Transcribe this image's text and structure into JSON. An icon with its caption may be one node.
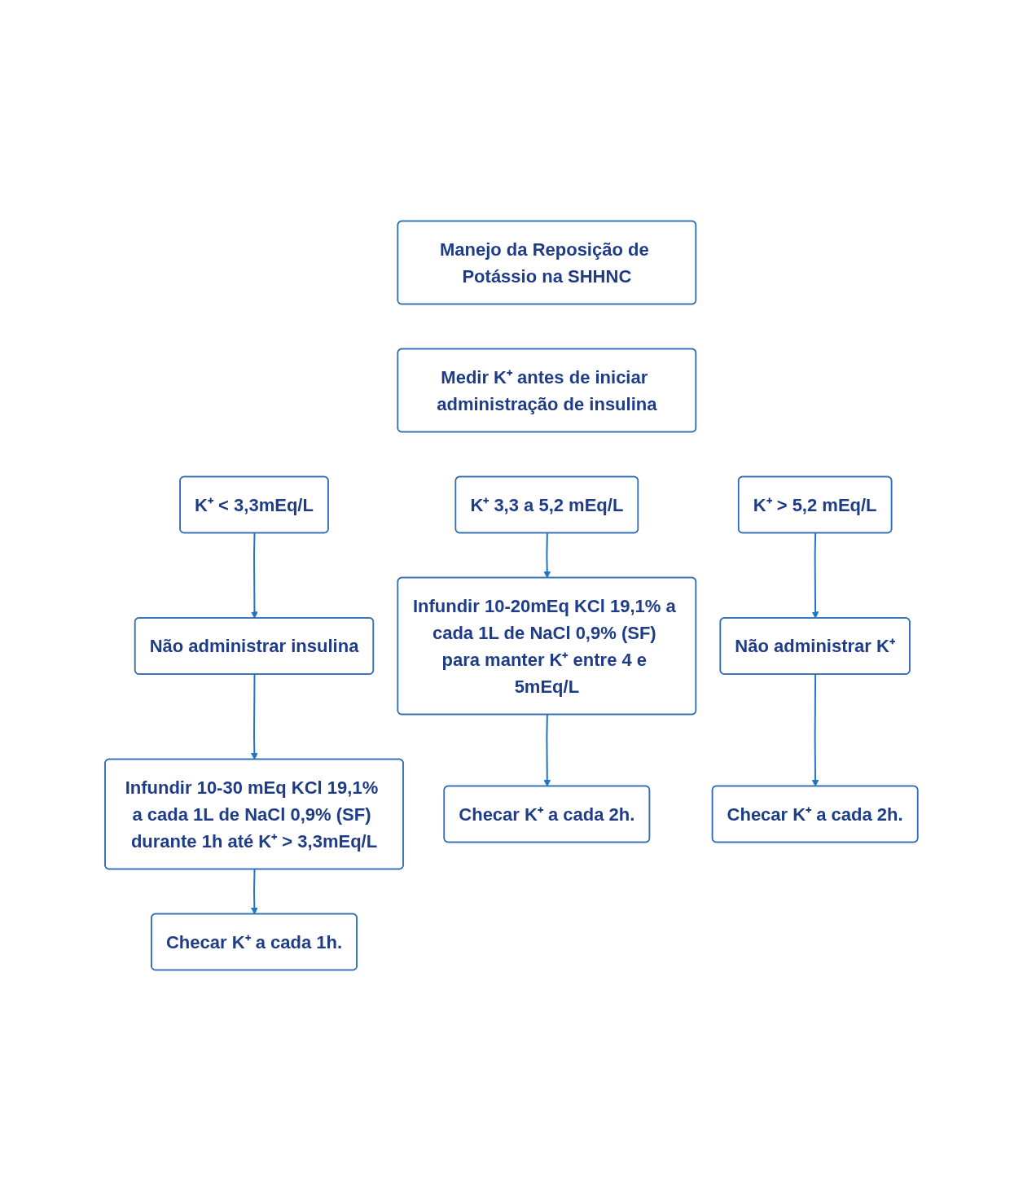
{
  "diagram": {
    "nodes": [
      {
        "text": [
          "Manejo da Reposição de Potássio na SHHNC"
        ]
      },
      {
        "text": [
          "Medir K⁺ antes de iniciar administração de insulina"
        ]
      },
      {
        "text": [
          "K⁺ < 3,3mEq/L"
        ]
      },
      {
        "text": [
          "K⁺ 3,3 a 5,2 mEq/L"
        ]
      },
      {
        "text": [
          "K⁺ > 5,2 mEq/L"
        ]
      },
      {
        "text": [
          "Não administrar insulina"
        ]
      },
      {
        "text": [
          "Infundir 10-20mEq KCl 19,1% a cada 1L de NaCl 0,9% (SF) para manter K⁺ entre 4 e 5mEq/L"
        ]
      },
      {
        "text": [
          "Não administrar K⁺"
        ]
      },
      {
        "text": [
          "Infundir 10-30 mEq KCl 19,1% a cada 1L de NaCl 0,9% (SF) durante 1h até K⁺ > 3,3mEq/L"
        ]
      },
      {
        "text": [
          "Checar K⁺ a cada 1h."
        ]
      },
      {
        "text": [
          "Checar K⁺ a cada 2h."
        ]
      },
      {
        "text": [
          "Checar K⁺ a cada 2h."
        ]
      }
    ],
    "edges": [
      {
        "from": 2,
        "to": 5,
        "arrow": "to"
      },
      {
        "from": 5,
        "to": 8,
        "arrow": "to"
      },
      {
        "from": 8,
        "to": 9,
        "arrow": "to"
      },
      {
        "from": 3,
        "to": 6,
        "arrow": "to"
      },
      {
        "from": 6,
        "to": 10,
        "arrow": "to"
      },
      {
        "from": 4,
        "to": 7,
        "arrow": "to"
      },
      {
        "from": 7,
        "to": 11,
        "arrow": "to"
      }
    ]
  }
}
